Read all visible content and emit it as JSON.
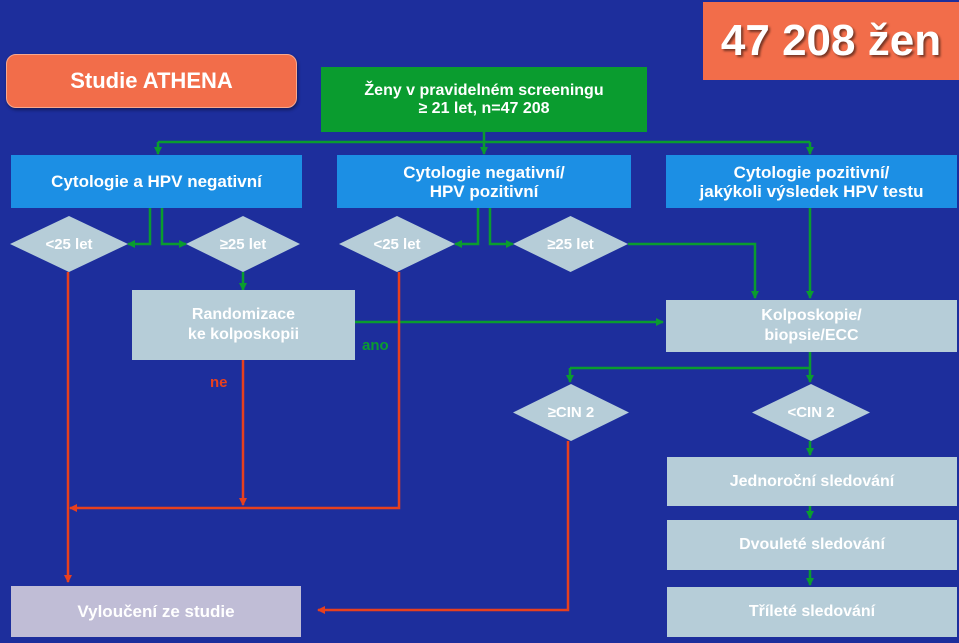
{
  "title_pill": "Studie ATHENA",
  "count_badge": "47 208 žen",
  "top_box": {
    "line1": "Ženy v pravidelném screeningu",
    "line2": "≥ 21 let, n=47 208"
  },
  "groups": {
    "negative": "Cytologie a HPV negativní",
    "hpv_pos_line1": "Cytologie negativní/",
    "hpv_pos_line2": "HPV pozitivní",
    "cyt_pos_line1": "Cytologie pozitivní/",
    "cyt_pos_line2": "jakýkoli výsledek HPV testu"
  },
  "age": {
    "under25": "<25 let",
    "over25": "≥25 let"
  },
  "random_box": {
    "line1": "Randomizace",
    "line2": "ke kolposkopii"
  },
  "colpo_box": {
    "line1": "Kolposkopie/",
    "line2": "biopsie/ECC"
  },
  "cin": {
    "high": "≥CIN 2",
    "low": "<CIN 2"
  },
  "followup": {
    "one": "Jednoroční sledování",
    "two": "Dvouleté sledování",
    "three": "Tříleté sledování"
  },
  "exclusion": "Vyloučení ze studie",
  "labels": {
    "yes": "ano",
    "no": "ne"
  },
  "colors": {
    "background": "#1d2e9c",
    "blue_box": "#1c8fe4",
    "pale_box": "#b6cdd8",
    "green_line": "#0a9c2f",
    "red_line": "#e8401e",
    "accent": "#f26d4a"
  }
}
